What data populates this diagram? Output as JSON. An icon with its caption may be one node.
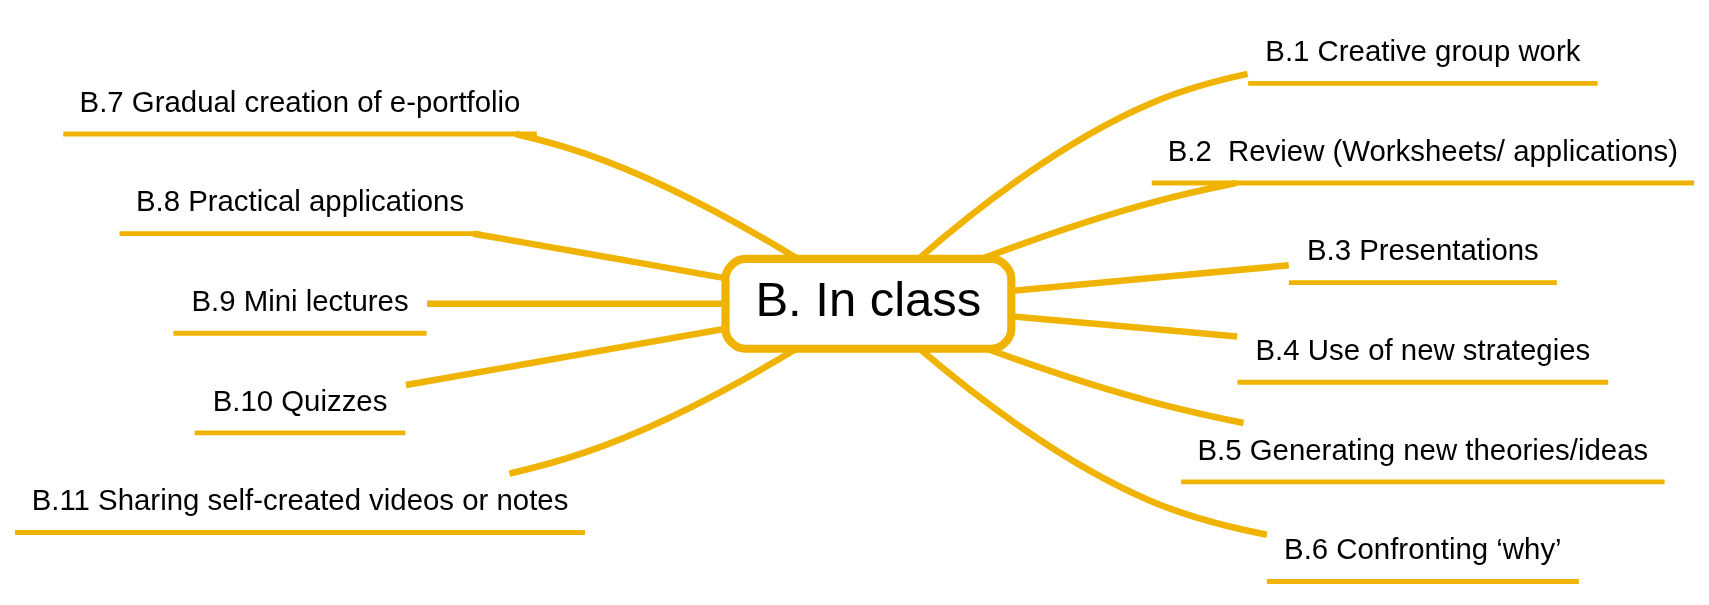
{
  "diagram": {
    "nodes": [
      {
        "text": [
          "B. In class"
        ]
      },
      {
        "text": [
          "B.1 Creative group work"
        ]
      },
      {
        "text": [
          "B.2  Review (Worksheets/ applications)"
        ]
      },
      {
        "text": [
          "B.3 Presentations"
        ]
      },
      {
        "text": [
          "B.4 Use of new strategies"
        ]
      },
      {
        "text": [
          "B.5 Generating new theories/ideas"
        ]
      },
      {
        "text": [
          "B.6 Confronting ‘why’"
        ]
      },
      {
        "text": [
          "B.7 Gradual creation of e-portfolio"
        ]
      },
      {
        "text": [
          "B.8 Practical applications"
        ]
      },
      {
        "text": [
          "B.9 Mini lectures"
        ]
      },
      {
        "text": [
          "B.10 Quizzes"
        ]
      },
      {
        "text": [
          "B.11 Sharing self-created videos or notes"
        ]
      }
    ],
    "edges": [
      {
        "from": 0,
        "to": 1,
        "arrow": "none"
      },
      {
        "from": 0,
        "to": 2,
        "arrow": "none"
      },
      {
        "from": 0,
        "to": 3,
        "arrow": "none"
      },
      {
        "from": 0,
        "to": 4,
        "arrow": "none"
      },
      {
        "from": 0,
        "to": 5,
        "arrow": "none"
      },
      {
        "from": 0,
        "to": 6,
        "arrow": "none"
      },
      {
        "from": 0,
        "to": 7,
        "arrow": "none"
      },
      {
        "from": 0,
        "to": 8,
        "arrow": "none"
      },
      {
        "from": 0,
        "to": 9,
        "arrow": "none"
      },
      {
        "from": 0,
        "to": 10,
        "arrow": "none"
      },
      {
        "from": 0,
        "to": 11,
        "arrow": "none"
      }
    ]
  }
}
